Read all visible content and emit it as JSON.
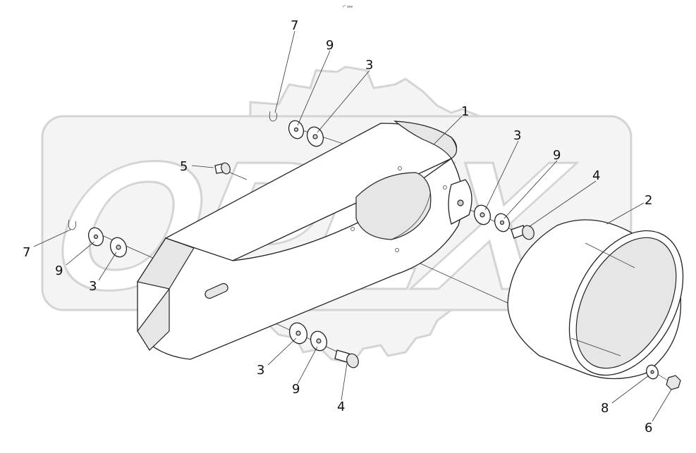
{
  "header": {
    "caption": "r\" ww"
  },
  "watermark": {
    "text": "OPEX",
    "color": "#d9d9d9"
  },
  "callouts": [
    {
      "id": "c7a",
      "label": "7"
    },
    {
      "id": "c9a",
      "label": "9"
    },
    {
      "id": "c3a",
      "label": "3"
    },
    {
      "id": "c1",
      "label": "1"
    },
    {
      "id": "c5",
      "label": "5"
    },
    {
      "id": "c3b",
      "label": "3"
    },
    {
      "id": "c9b",
      "label": "9"
    },
    {
      "id": "c4a",
      "label": "4"
    },
    {
      "id": "c2",
      "label": "2"
    },
    {
      "id": "c7b",
      "label": "7"
    },
    {
      "id": "c9c",
      "label": "9"
    },
    {
      "id": "c3c",
      "label": "3"
    },
    {
      "id": "c3d",
      "label": "3"
    },
    {
      "id": "c9d",
      "label": "9"
    },
    {
      "id": "c4b",
      "label": "4"
    },
    {
      "id": "c8",
      "label": "8"
    },
    {
      "id": "c6",
      "label": "6"
    }
  ]
}
